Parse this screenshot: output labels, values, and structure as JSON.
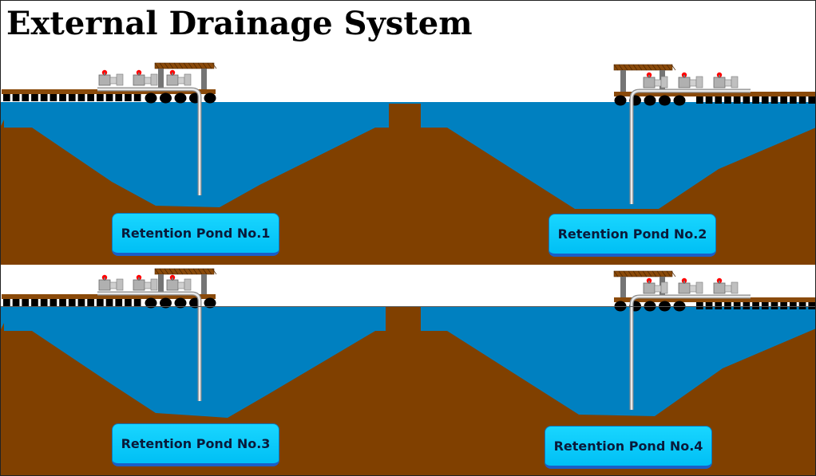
{
  "title": "External Drainage System",
  "ponds": [
    {
      "label": "Retention Pond No.1"
    },
    {
      "label": "Retention Pond No.2"
    },
    {
      "label": "Retention Pond No.3"
    },
    {
      "label": "Retention Pond No.4"
    }
  ],
  "colors": {
    "water": "#0080c0",
    "earth": "#804000",
    "deck": "#8a4a0a",
    "label_bg": "#00c4f7",
    "pipe": "#c8c8c8",
    "valve": "#ff0000"
  }
}
